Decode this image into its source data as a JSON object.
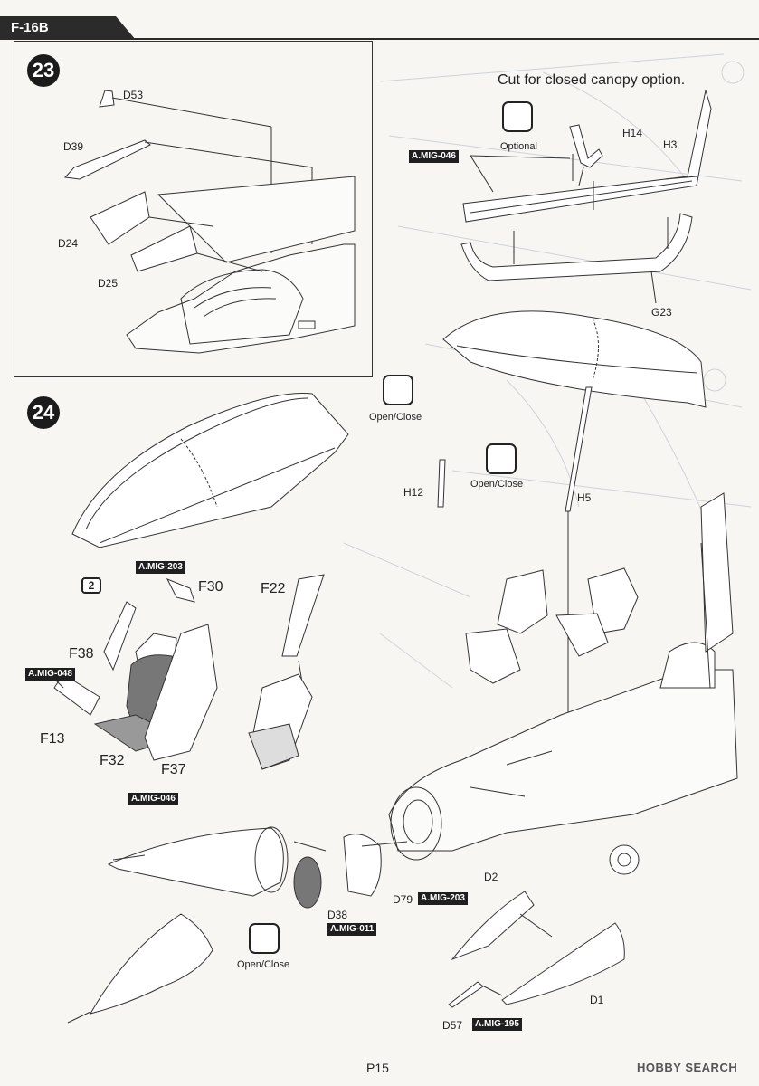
{
  "header": {
    "model": "F-16B"
  },
  "steps": {
    "s23": "23",
    "s24": "24"
  },
  "step23": {
    "parts": {
      "d53": "D53",
      "d39": "D39",
      "d24": "D24",
      "d25": "D25",
      "h14": "H14",
      "h3": "H3",
      "g23": "G23"
    },
    "callout": "Cut for closed canopy option.",
    "optional_label": "Optional",
    "paint": {
      "mig046": "A.MIG-046"
    }
  },
  "step24": {
    "open_close_1": "Open/Close",
    "open_close_2": "Open/Close",
    "open_close_3": "Open/Close",
    "qty": "2",
    "parts": {
      "h12": "H12",
      "h5": "H5",
      "f30": "F30",
      "f22": "F22",
      "f38": "F38",
      "f13": "F13",
      "f32": "F32",
      "f37": "F37",
      "d38": "D38",
      "d79": "D79",
      "d2": "D2",
      "d1": "D1",
      "d57": "D57"
    },
    "paint": {
      "mig203_top": "A.MIG-203",
      "mig048": "A.MIG-048",
      "mig046": "A.MIG-046",
      "mig011": "A.MIG-011",
      "mig203_bottom": "A.MIG-203",
      "mig195": "A.MIG-195"
    }
  },
  "footer": {
    "page": "P15",
    "watermark": "HOBBY SEARCH"
  }
}
